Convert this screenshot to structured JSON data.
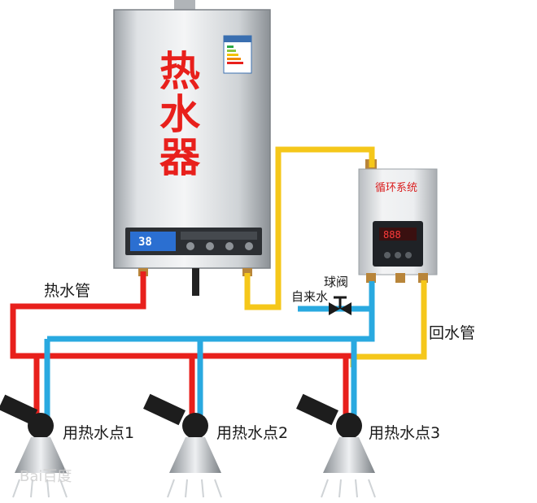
{
  "heater": {
    "char1": "热",
    "char2": "水",
    "char3": "器",
    "display": "38"
  },
  "circulation_system": {
    "title": "循环系统",
    "display": "888"
  },
  "labels": {
    "hot_water_pipe": "热水管",
    "ball_valve": "球阀",
    "tap_water": "自来水",
    "return_pipe": "回水管",
    "point1": "用热水点1",
    "point2": "用热水点2",
    "point3": "用热水点3"
  },
  "watermark": "Bai百度",
  "colors": {
    "hot_pipe": "#e8201c",
    "cold_pipe": "#29a9e0",
    "return_pipe": "#f5c71a"
  }
}
